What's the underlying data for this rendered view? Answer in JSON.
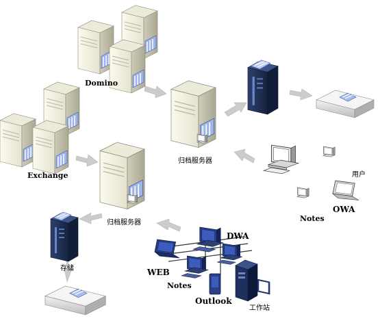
{
  "labels": {
    "domino": "Domino",
    "exchange": "Exchange",
    "archive_server_top": "归档服务器",
    "archive_server_left": "归档服务器",
    "storage": "存储",
    "users": "用户",
    "notes_right": "Notes",
    "owa": "OWA",
    "dwa": "DWA",
    "web": "WEB",
    "notes_bottom": "Notes",
    "outlook": "Outlook",
    "workstation": "工作站"
  },
  "icons": {
    "server": "tower-server-icon",
    "storage": "storage-rack-icon",
    "disk": "disk-array-icon",
    "desktop": "desktop-computer-icon",
    "laptop": "laptop-icon",
    "pda": "pda-icon",
    "arrow": "flow-arrow"
  },
  "colors": {
    "server_face": "#f4f3e2",
    "server_side": "#d2d1bd",
    "server_top": "#e6e5d2",
    "storage_dark": "#24345c",
    "storage_front": "#1b2a4f",
    "arrow": "#c9c9c9",
    "cable": "#333333",
    "monitor_blue": "#1f3f8f"
  }
}
